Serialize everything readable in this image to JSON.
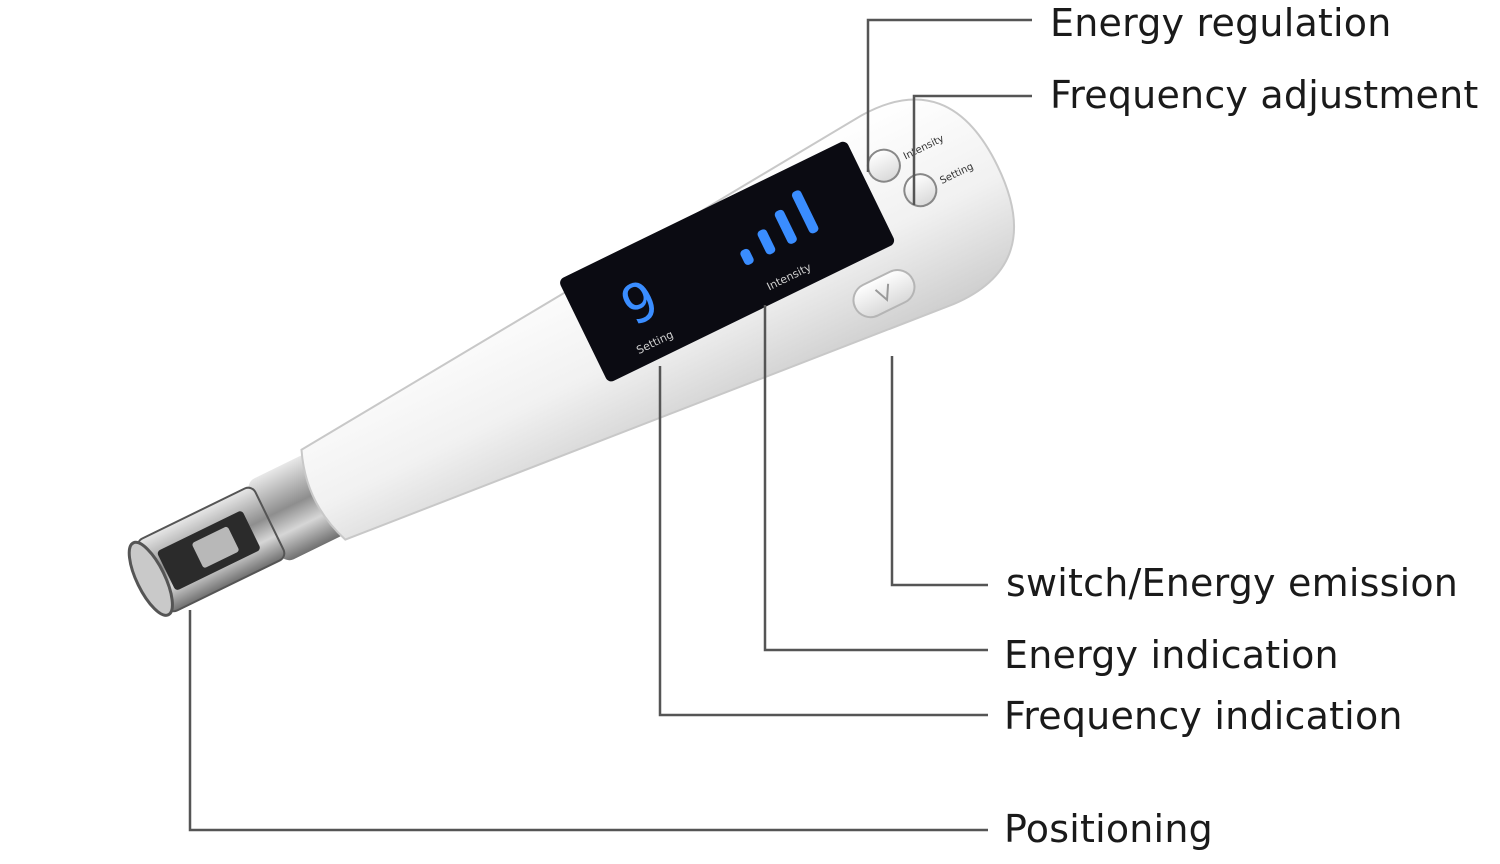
{
  "callouts": {
    "energy_regulation": "Energy regulation",
    "frequency_adjustment": "Frequency adjustment",
    "switch_emission": "switch/Energy emission",
    "energy_indication": "Energy indication",
    "frequency_indication": "Frequency indication",
    "positioning": "Positioning"
  },
  "device": {
    "display_digit": "9",
    "display_label_left": "Setting",
    "display_label_right": "Intensity",
    "button_top_label": "Intensity",
    "button_bottom_label": "Setting",
    "energy_level_bars": 4
  },
  "colors": {
    "body": "#f4f4f4",
    "display": "#0b0b12",
    "led_blue": "#3a8dff",
    "leader_line": "#555555",
    "label_text": "#1a1a1a",
    "metal": "#9a9a9a"
  }
}
